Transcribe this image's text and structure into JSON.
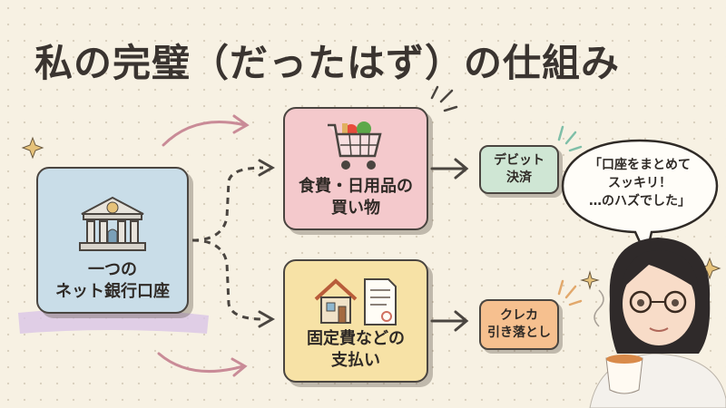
{
  "title": "私の完璧（だったはず）の仕組み",
  "bank": {
    "label_line1": "一つの",
    "label_line2": "ネット銀行口座",
    "icon": "bank-icon",
    "color": "#c9dde8"
  },
  "food": {
    "label_line1": "食費・日用品の",
    "label_line2": "買い物",
    "icon": "shopping-cart-icon",
    "color": "#f4c9cc"
  },
  "fixed": {
    "label_line1": "固定費などの",
    "label_line2": "支払い",
    "icon": "house-and-bill-icon",
    "color": "#f7e2a6"
  },
  "debit": {
    "label_line1": "デビット",
    "label_line2": "決済",
    "color": "#cfe6d4"
  },
  "credit": {
    "label_line1": "クレカ",
    "label_line2": "引き落とし",
    "color": "#f6c08f"
  },
  "speech": {
    "line1": "「口座をまとめて",
    "line2": "スッキリ！",
    "line3": "…のハズでした」"
  }
}
